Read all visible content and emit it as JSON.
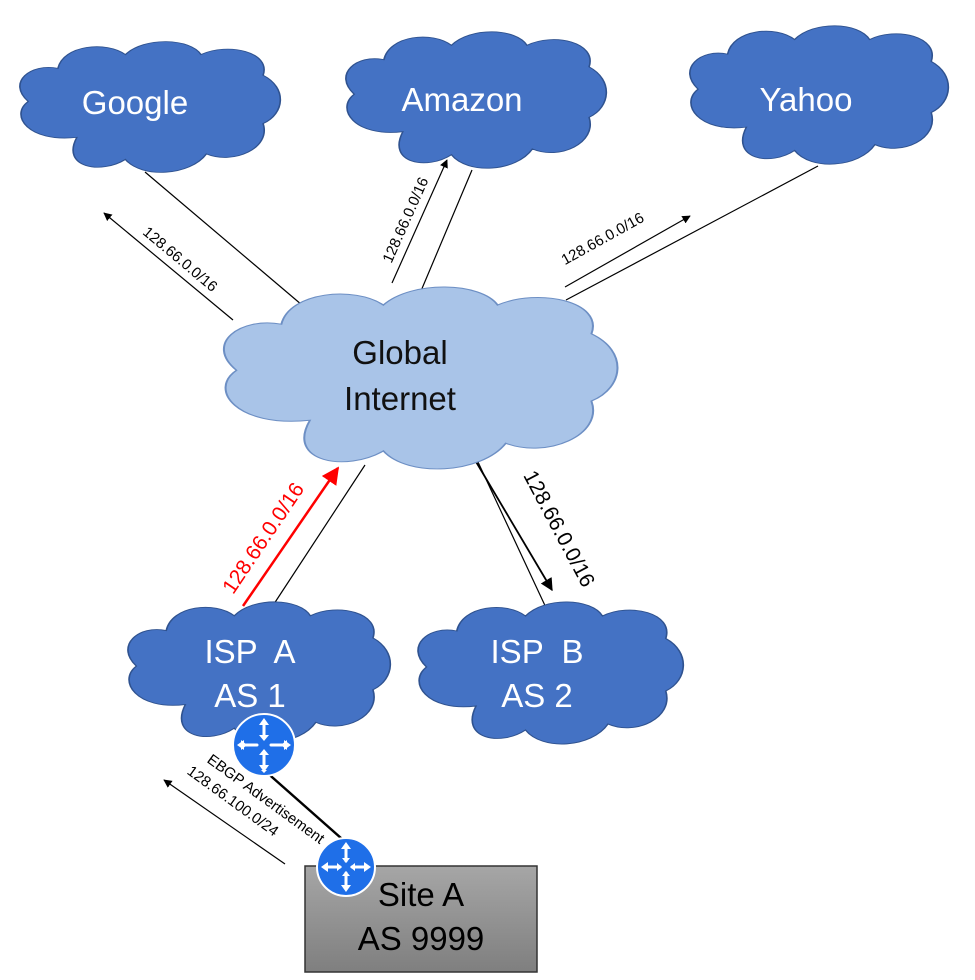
{
  "clouds": {
    "google": {
      "label": "Google"
    },
    "amazon": {
      "label": "Amazon"
    },
    "yahoo": {
      "label": "Yahoo"
    },
    "global": {
      "line1": "Global",
      "line2": "Internet"
    },
    "isp_a": {
      "line1": "ISP  A",
      "line2": "AS 1"
    },
    "isp_b": {
      "line1": "ISP  B",
      "line2": "AS 2"
    }
  },
  "site": {
    "line1": "Site A",
    "line2": "AS 9999"
  },
  "routes": {
    "to_google": "128.66.0.0/16",
    "to_amazon": "128.66.0.0/16",
    "to_yahoo": "128.66.0.0/16",
    "isp_a_to_global": "128.66.0.0/16",
    "global_to_isp_b": "128.66.0.0/16",
    "ebgp_title": "EBGP Advertisement",
    "ebgp_prefix": "128.66.100.0/24"
  },
  "colors": {
    "cloud_dark": "#4472c4",
    "cloud_dark_stroke": "#2f528f",
    "cloud_light": "#a9c4e8",
    "cloud_light_stroke": "#6d8fc4",
    "highlight": "#ff0000",
    "router": "#1f6fe8",
    "site_box": "#909090"
  }
}
